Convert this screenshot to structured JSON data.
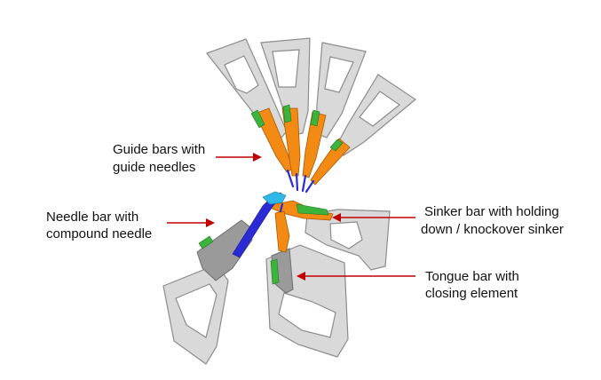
{
  "labels": {
    "guide_line1": "Guide bars with",
    "guide_line2": "guide needles",
    "needle_line1": "Needle bar with",
    "needle_line2": "compound needle",
    "sinker_line1": "Sinker bar with holding",
    "sinker_line2": "down / knockover sinker",
    "tongue_line1": "Tongue bar with",
    "tongue_line2": "closing element"
  },
  "colors": {
    "arrow": "#c00000",
    "guide": "#f28a14",
    "needle": "#2b2bd6",
    "accent_green": "#3cb33c",
    "frame": "#d9d9d9"
  }
}
